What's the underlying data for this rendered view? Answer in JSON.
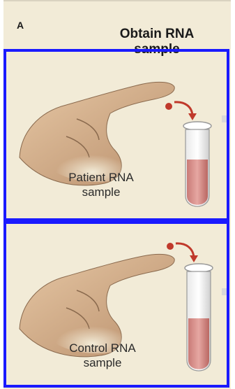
{
  "panel": {
    "letter": "A",
    "title": "Obtain RNA sample"
  },
  "samples": [
    {
      "label": "Patient RNA sample"
    },
    {
      "label": "Control RNA sample"
    }
  ],
  "colors": {
    "frame": "#1a1aff",
    "background": "#f2ebd7",
    "skin": "#d9b692",
    "blood": "#c0392b",
    "tube_fluid": "#d9918c"
  }
}
